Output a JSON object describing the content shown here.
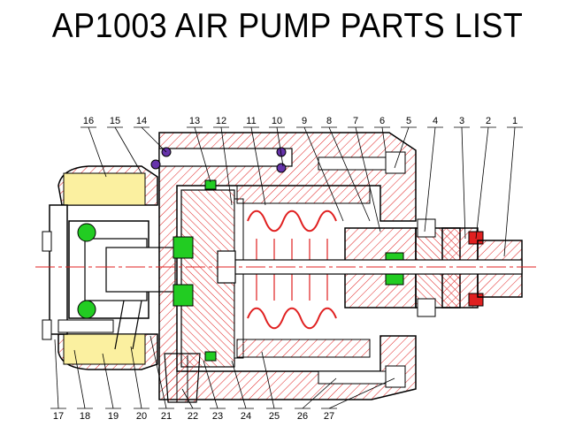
{
  "title": "AP1003 AIR PUMP PARTS LIST",
  "colors": {
    "outline": "#000000",
    "hatch": "#e02020",
    "centerline": "#e02020",
    "filter_fill": "#fbf0a0",
    "oring_fill": "#22cc22",
    "screw_head": "#6633aa"
  },
  "part_numbers_top": [
    "16",
    "15",
    "14",
    "13",
    "12",
    "11",
    "10",
    "9",
    "8",
    "7",
    "6",
    "5",
    "4",
    "3",
    "2",
    "1"
  ],
  "part_numbers_bottom": [
    "17",
    "18",
    "19",
    "20",
    "21",
    "22",
    "23",
    "24",
    "25",
    "26",
    "27"
  ]
}
